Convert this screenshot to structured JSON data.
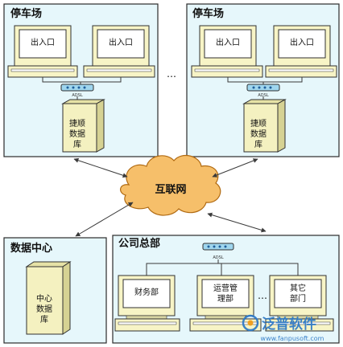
{
  "colors": {
    "panel_fill": "#e6f7fb",
    "panel_stroke": "#2b2b2b",
    "monitor_fill": "#f7f4c6",
    "monitor_stroke": "#303030",
    "screen_fill": "#ffffff",
    "server_fill": "#f4f1c0",
    "modem_fill": "#9fd6ee",
    "cloud_fill": "#f6bf6a",
    "cloud_stroke": "#b06a12",
    "wire": "#3a3a3a",
    "logo_blue": "#2c79c7",
    "logo_accent": "#f39c12"
  },
  "parking_left": {
    "title": "停车场",
    "pc_left_label": "出入口",
    "pc_right_label": "出入口",
    "modem_label": "ADSL",
    "server_label": [
      "捷顺",
      "数据",
      "库"
    ]
  },
  "parking_right": {
    "title": "停车场",
    "pc_left_label": "出入口",
    "pc_right_label": "出入口",
    "modem_label": "ADSL",
    "server_label": [
      "捷顺",
      "数据",
      "库"
    ]
  },
  "ellipsis_top": "…",
  "internet": {
    "label": "互联网"
  },
  "data_center": {
    "title": "数据中心",
    "server_label": [
      "中心",
      "数据",
      "库"
    ]
  },
  "headquarters": {
    "title": "公司总部",
    "modem_label": "ADSL",
    "pc_finance": "财务部",
    "pc_ops": [
      "运营管",
      "理部"
    ],
    "pc_other": [
      "其它",
      "部门"
    ],
    "ellipsis": "…"
  },
  "watermark": {
    "brand": "泛普软件",
    "url": "www.fanpusoft.com"
  }
}
